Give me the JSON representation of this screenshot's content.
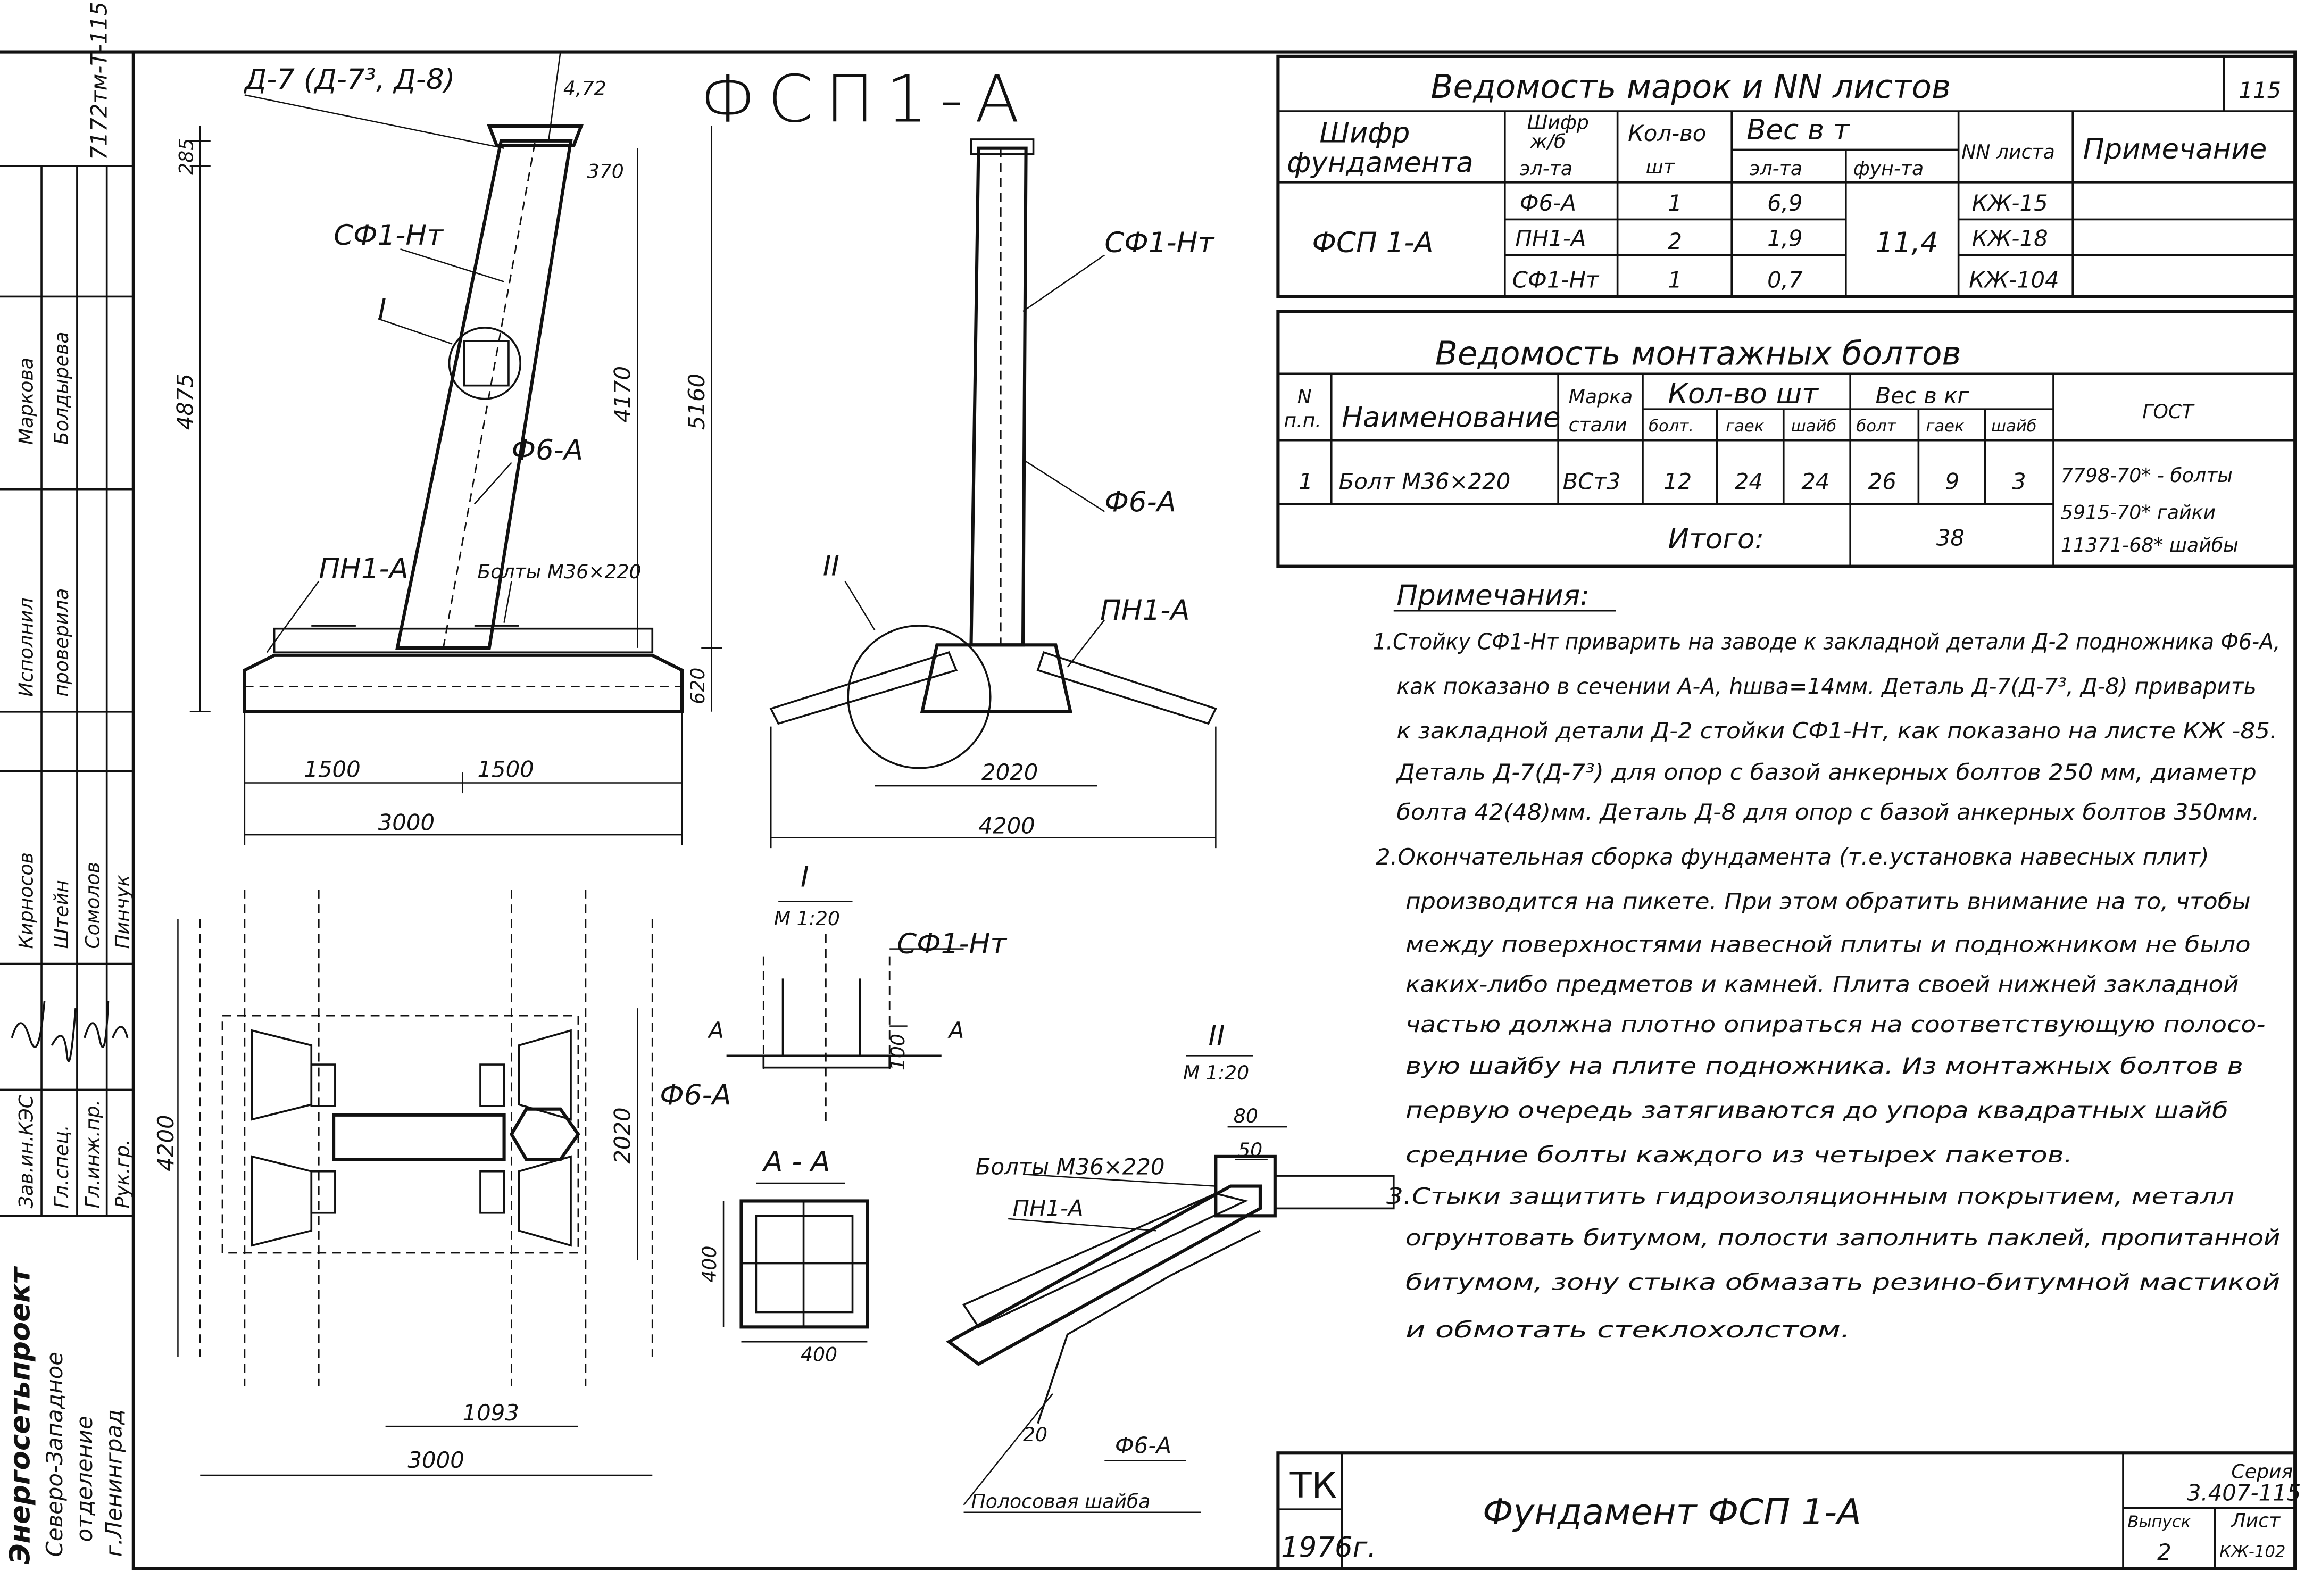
{
  "drawing_title": "ФСП1-А",
  "sheet_corner_number": "115",
  "side_stamp": {
    "doc_code": "7172тм-Т-115",
    "organization": "Энергосетьпроект",
    "branch_line1": "Северо-Западное",
    "branch_line2": "отделение",
    "city": "г.Ленинград",
    "roles": [
      "Зав.ин.КЭС",
      "Гл.спец.",
      "Гл.инж.пр.",
      "Рук.гр."
    ],
    "names": [
      "Кирносов",
      "Штейн",
      "Сомолов",
      "Пинчук"
    ],
    "roles2": [
      "Исполнил",
      "проверила"
    ],
    "names2": [
      "Маркова",
      "Болдырева"
    ]
  },
  "marks_table": {
    "title": "Ведомость марок и NN листов",
    "headers": {
      "foundation_code": [
        "Шифр",
        "фундамента"
      ],
      "element_code": [
        "Шифр",
        "ж/б",
        "эл-та"
      ],
      "qty": [
        "Кол-во",
        "шт"
      ],
      "weight": "Вес в т",
      "weight_element": "эл-та",
      "weight_foundation": "фун-та",
      "sheet_no": "NN листа",
      "note": "Примечание"
    },
    "foundation": "ФСП 1-А",
    "foundation_weight": "11,4",
    "rows": [
      {
        "element": "Ф6-А",
        "qty": "1",
        "weight": "6,9",
        "sheet": "КЖ-15"
      },
      {
        "element": "ПН1-А",
        "qty": "2",
        "weight": "1,9",
        "sheet": "КЖ-18"
      },
      {
        "element": "СФ1-Нт",
        "qty": "1",
        "weight": "0,7",
        "sheet": "КЖ-104"
      }
    ]
  },
  "bolts_table": {
    "title": "Ведомость монтажных болтов",
    "headers": {
      "num": [
        "N",
        "п.п."
      ],
      "name": "Наименование",
      "steel": [
        "Марка",
        "стали"
      ],
      "qty": "Кол-во шт",
      "qty_sub": [
        "болт.",
        "гаек",
        "шайб"
      ],
      "weight": "Вес в кг",
      "weight_sub": [
        "болт",
        "гаек",
        "шайб"
      ],
      "gost": "ГОСТ"
    },
    "row": {
      "num": "1",
      "name": "Болт М36×220",
      "steel": "ВСт3",
      "qty": [
        "12",
        "24",
        "24"
      ],
      "weight": [
        "26",
        "9",
        "3"
      ]
    },
    "gost_lines": [
      "7798-70* - болты",
      "5915-70* гайки",
      "11371-68* шайбы"
    ],
    "total_label": "Итого:",
    "total_value": "38"
  },
  "notes": {
    "heading": "Примечания:",
    "lines": [
      "1.Стойку СФ1-Нт приварить на заводе к закладной детали Д-2 подножника Ф6-А,",
      "как показано в сечении А-А, hшва=14мм. Деталь Д-7(Д-7³, Д-8) приварить",
      "к закладной детали Д-2 стойки СФ1-Нт, как показано на листе КЖ -85.",
      "Деталь Д-7(Д-7³) для опор с базой анкерных болтов 250 мм, диаметр",
      "болта 42(48)мм. Деталь Д-8 для опор с базой анкерных болтов 350мм.",
      "2.Окончательная сборка фундамента (т.е.установка навесных плит)",
      "производится на пикете. При этом обратить внимание на то, чтобы",
      "между поверхностями навесной плиты и подножником не было",
      "каких-либо предметов и камней. Плита своей нижней закладной",
      "частью должна плотно опираться на соответствующую полосо-",
      "вую шайбу на плите подножника. Из монтажных болтов в",
      "первую очередь затягиваются до упора квадратных шайб",
      "средние болты каждого из четырех пакетов.",
      "3.Стыки защитить гидроизоляционным покрытием, металл",
      "огрунтовать битумом, полости заполнить паклей, пропитанной",
      "битумом, зону стыка обмазать резино-битумной мастикой",
      "и обмотать стеклохолстом."
    ]
  },
  "title_block": {
    "tk": "ТК",
    "year": "1976г.",
    "title": "Фундамент ФСП 1-А",
    "series_label": "Серия",
    "series": "3.407-115",
    "issue_label": "Выпуск",
    "issue": "2",
    "sheet_label": "Лист",
    "sheet": "КЖ-102"
  },
  "elevation_side": {
    "detail_label": "Д-7 (Д-7³, Д-8)",
    "angle": "4,72",
    "dim_285": "285",
    "dim_370": "370",
    "dim_4875": "4875",
    "dim_4170": "4170",
    "dim_5160": "5160",
    "dim_620": "620",
    "dim_1500a": "1500",
    "dim_1500b": "1500",
    "dim_3000": "3000",
    "label_pole": "СФ1-Нт",
    "label_callout": "I",
    "label_base": "Ф6-А",
    "label_plate": "ПН1-А",
    "label_bolts": "Болты М36×220"
  },
  "elevation_front": {
    "label_pole": "СФ1-Нт",
    "label_base": "Ф6-А",
    "label_callout": "II",
    "label_plate": "ПН1-А",
    "dim_2020": "2020",
    "dim_4200": "4200"
  },
  "plan": {
    "dim_4200": "4200",
    "dim_2020": "2020",
    "dim_1093": "1093",
    "dim_3000": "3000"
  },
  "detail_1": {
    "label": "I",
    "scale": "М 1:20",
    "label_pole": "СФ1-Нт",
    "section_a_left": "А",
    "section_a_right": "А",
    "dim_100": "100",
    "label_base": "Ф6-А"
  },
  "section_aa": {
    "label": "А - А",
    "dim_400_v": "400",
    "dim_400_h": "400"
  },
  "detail_2": {
    "label": "II",
    "scale": "М 1:20",
    "dim_80": "80",
    "dim_50": "50",
    "label_bolts": "Болты М36×220",
    "label_plate": "ПН1-А",
    "dim_20": "20",
    "label_base": "Ф6-А",
    "label_washer": "Полосовая шайба"
  }
}
